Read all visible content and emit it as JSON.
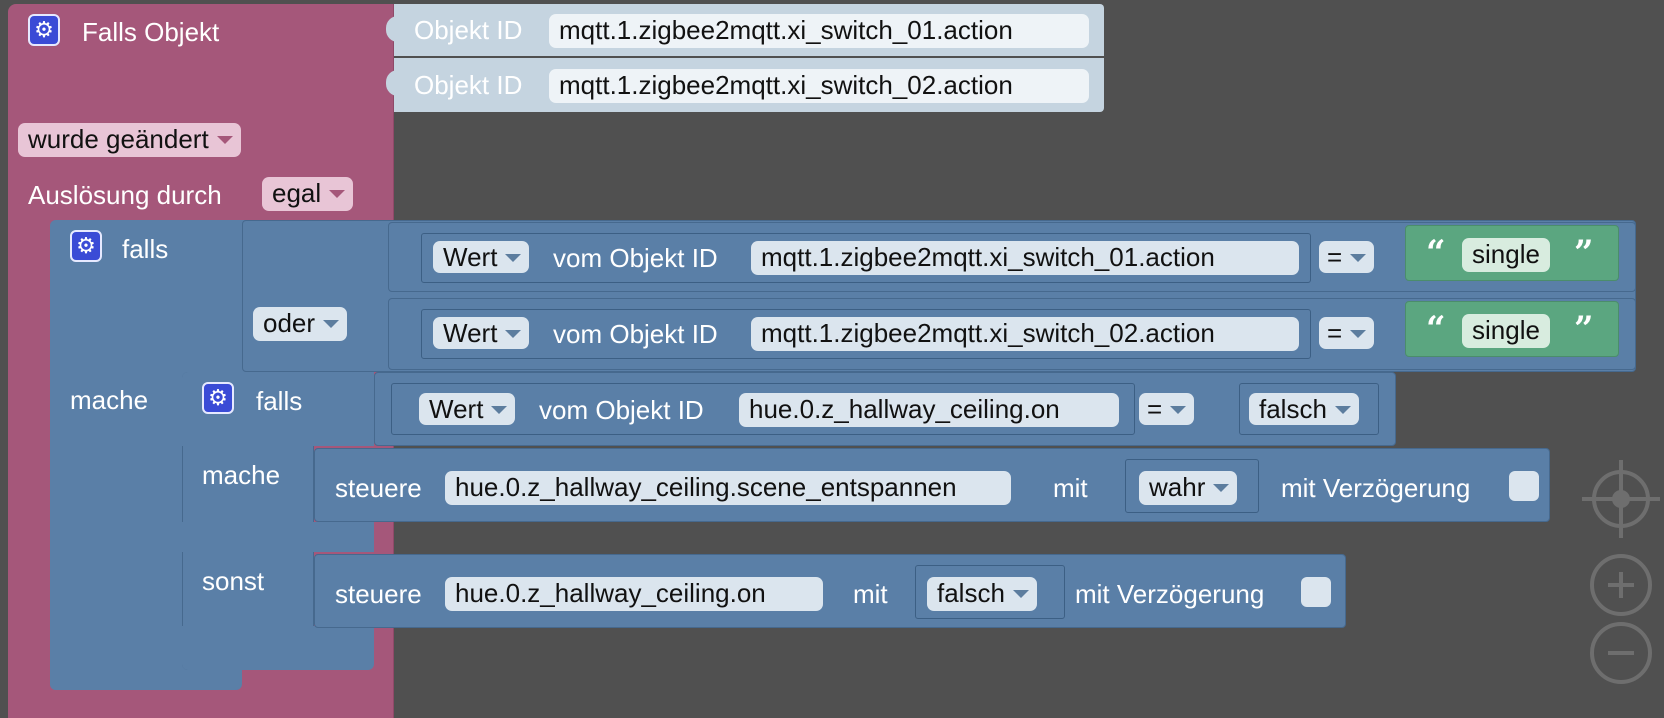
{
  "trigger": {
    "title": "Falls Objekt",
    "objects": [
      {
        "label": "Objekt ID",
        "value": "mqtt.1.zigbee2mqtt.xi_switch_01.action"
      },
      {
        "label": "Objekt ID",
        "value": "mqtt.1.zigbee2mqtt.xi_switch_02.action"
      }
    ],
    "event": "wurde geändert",
    "trigger_by_label": "Auslösung durch",
    "trigger_by_value": "egal"
  },
  "if1": {
    "falls_label": "falls",
    "mache_label": "mache",
    "or_operator": "oder",
    "cond1": {
      "value_dd": "Wert",
      "from_label": "vom Objekt ID",
      "object_id": "mqtt.1.zigbee2mqtt.xi_switch_01.action",
      "operator": "=",
      "text": "single"
    },
    "cond2": {
      "value_dd": "Wert",
      "from_label": "vom Objekt ID",
      "object_id": "mqtt.1.zigbee2mqtt.xi_switch_02.action",
      "operator": "=",
      "text": "single"
    }
  },
  "if2": {
    "falls_label": "falls",
    "mache_label": "mache",
    "sonst_label": "sonst",
    "cond": {
      "value_dd": "Wert",
      "from_label": "vom Objekt ID",
      "object_id": "hue.0.z_hallway_ceiling.on",
      "operator": "=",
      "bool": "falsch"
    },
    "then_action": {
      "verb": "steuere",
      "object_id": "hue.0.z_hallway_ceiling.scene_entspannen",
      "with_label": "mit",
      "bool": "wahr",
      "delay_label": "mit Verzögerung"
    },
    "else_action": {
      "verb": "steuere",
      "object_id": "hue.0.z_hallway_ceiling.on",
      "with_label": "mit",
      "bool": "falsch",
      "delay_label": "mit Verzögerung"
    }
  },
  "controls": {
    "center_icon": "crosshair-icon",
    "zoom_in_icon": "zoom-in-icon",
    "zoom_out_icon": "zoom-out-icon"
  },
  "colors": {
    "event_block": "#a5577a",
    "logic_block": "#5a7fa7",
    "text_block": "#5ba680",
    "workspace": "#505050"
  }
}
